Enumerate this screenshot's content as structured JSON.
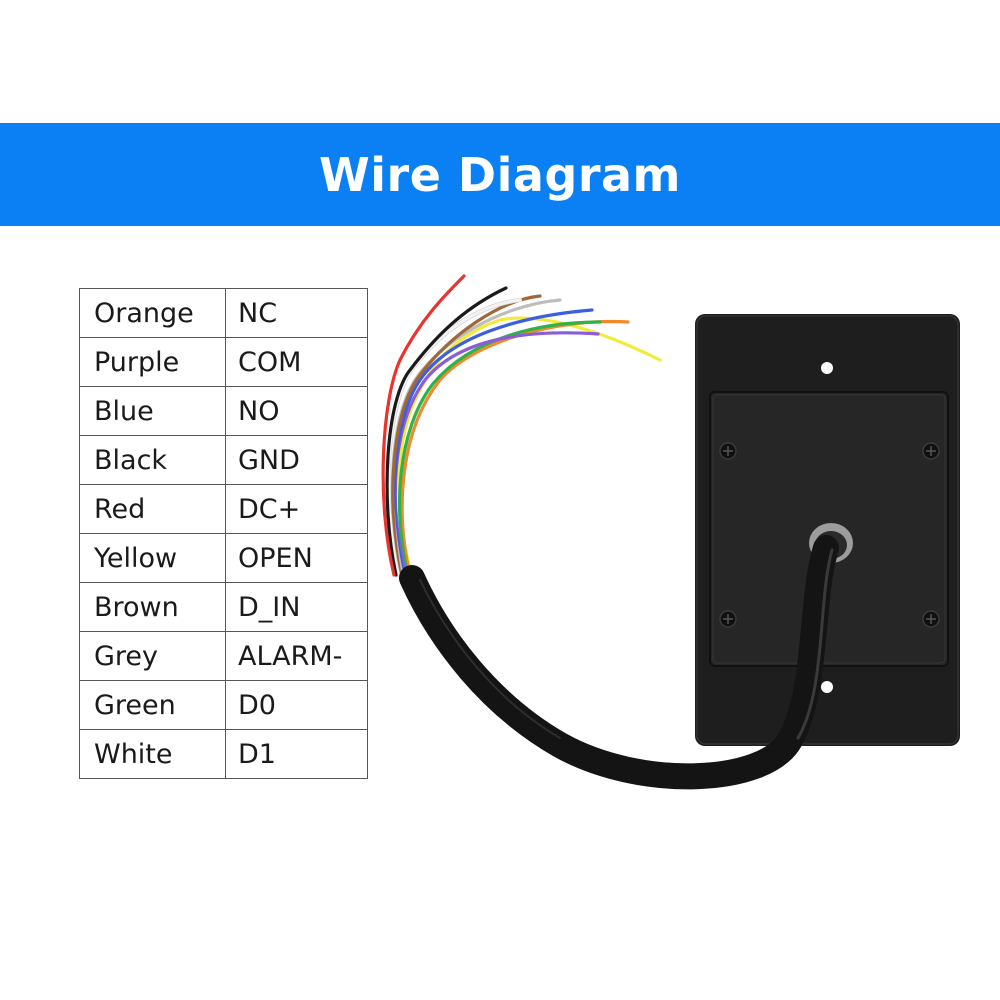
{
  "header": {
    "title": "Wire Diagram",
    "background_color": "#0a80f4"
  },
  "wiring": {
    "rows": [
      {
        "color_name": "Orange",
        "function": "NC",
        "wire_color": "#f08a2c"
      },
      {
        "color_name": "Purple",
        "function": "COM",
        "wire_color": "#8b5cd6"
      },
      {
        "color_name": "Blue",
        "function": "NO",
        "wire_color": "#3b5fe0"
      },
      {
        "color_name": "Black",
        "function": "GND",
        "wire_color": "#1a1a1a"
      },
      {
        "color_name": "Red",
        "function": "DC+",
        "wire_color": "#e8332e"
      },
      {
        "color_name": "Yellow",
        "function": "OPEN",
        "wire_color": "#f2ea3a"
      },
      {
        "color_name": "Brown",
        "function": "D_IN",
        "wire_color": "#a0683a"
      },
      {
        "color_name": "Grey",
        "function": "ALARM-",
        "wire_color": "#bdbdbd"
      },
      {
        "color_name": "Green",
        "function": "D0",
        "wire_color": "#2fb24a"
      },
      {
        "color_name": "White",
        "function": "D1",
        "wire_color": "#f2f2f2"
      }
    ]
  },
  "device": {
    "description_icon": "access-control-reader-back-panel",
    "body_color": "#1e1e1e",
    "cable_color": "#141414"
  }
}
